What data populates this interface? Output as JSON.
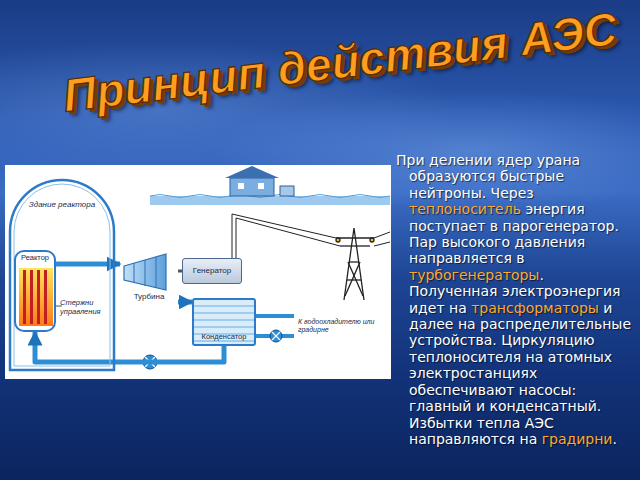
{
  "diagram": {
    "title": "Принцип действия АЭС",
    "nodes": [
      {
        "text": [
          "Здание реактора"
        ]
      },
      {
        "text": [
          "Реактор"
        ],
        "in": 0
      },
      {
        "text": [
          "Турбина"
        ]
      },
      {
        "text": [
          "Генератор"
        ]
      },
      {
        "text": [
          "Конденсатор"
        ]
      }
    ],
    "edges": [
      {
        "from": 1,
        "to": 2,
        "arrow": "to"
      },
      {
        "from": 2,
        "to": 3,
        "arrow": "none"
      },
      {
        "from": 2,
        "to": 4,
        "arrow": "to"
      },
      {
        "from": 4,
        "to": 1,
        "arrow": "to"
      }
    ],
    "labels": [
      "Стержни управления",
      "К водоохладителю или градирне",
      "При делении ядер урана образуются быстрые нейтроны. Через",
      "теплоноситель",
      "энергия поступает в парогенератор. Пар высокого давления направляется в",
      "турбогенераторы",
      ". Полученная электроэнергия идет на",
      "трансформаторы",
      "и далее на распределительные устройства. Циркуляцию теплоносителя на атомных электростанциях обеспечивают насосы: главный и конденсатный. Избытки тепла АЭС направляются на",
      "градирни",
      "."
    ]
  }
}
